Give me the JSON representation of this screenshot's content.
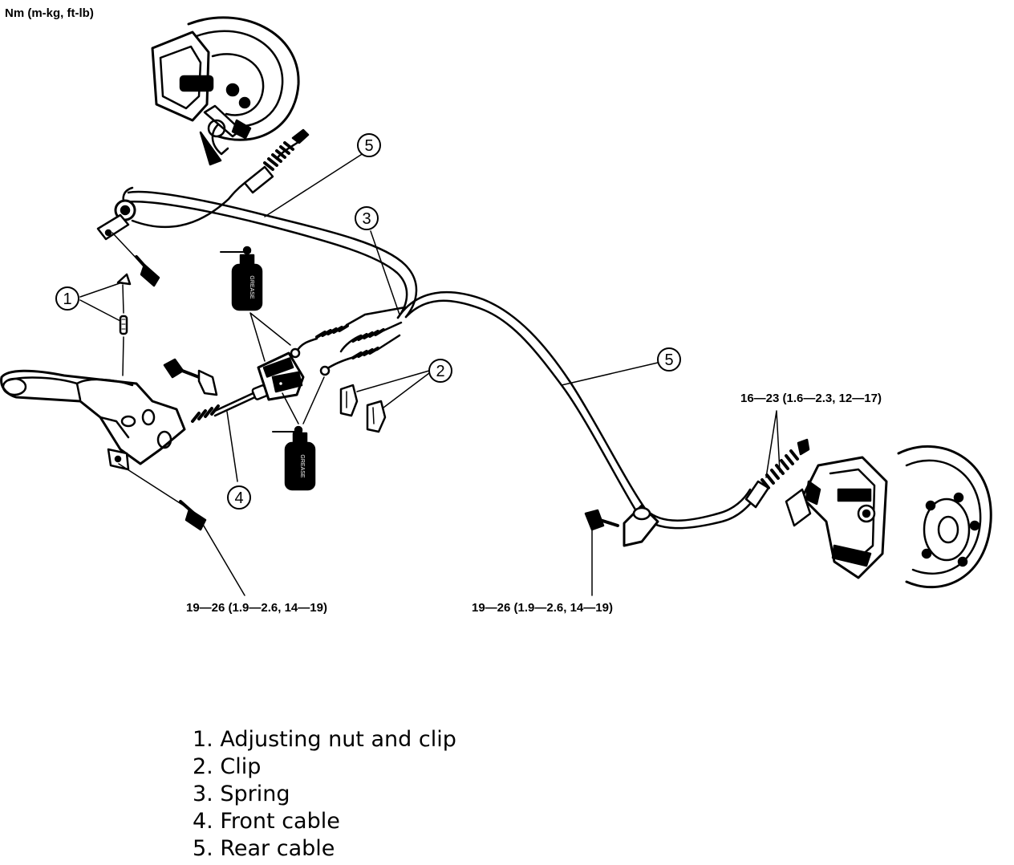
{
  "unit_label": "Nm (m-kg, ft-lb)",
  "torque_specs": {
    "lever_bolt": "19—26 (1.9—2.6, 14—19)",
    "bracket_bolt": "19—26 (1.9—2.6, 14—19)",
    "caliper_cable": "16—23 (1.6—2.3, 12—17)"
  },
  "callouts": [
    "1",
    "2",
    "3",
    "4",
    "5",
    "5"
  ],
  "grease_label": "GREASE",
  "legend": [
    "1. Adjusting nut and clip",
    "2. Clip",
    "3. Spring",
    "4. Front cable",
    "5. Rear cable"
  ]
}
